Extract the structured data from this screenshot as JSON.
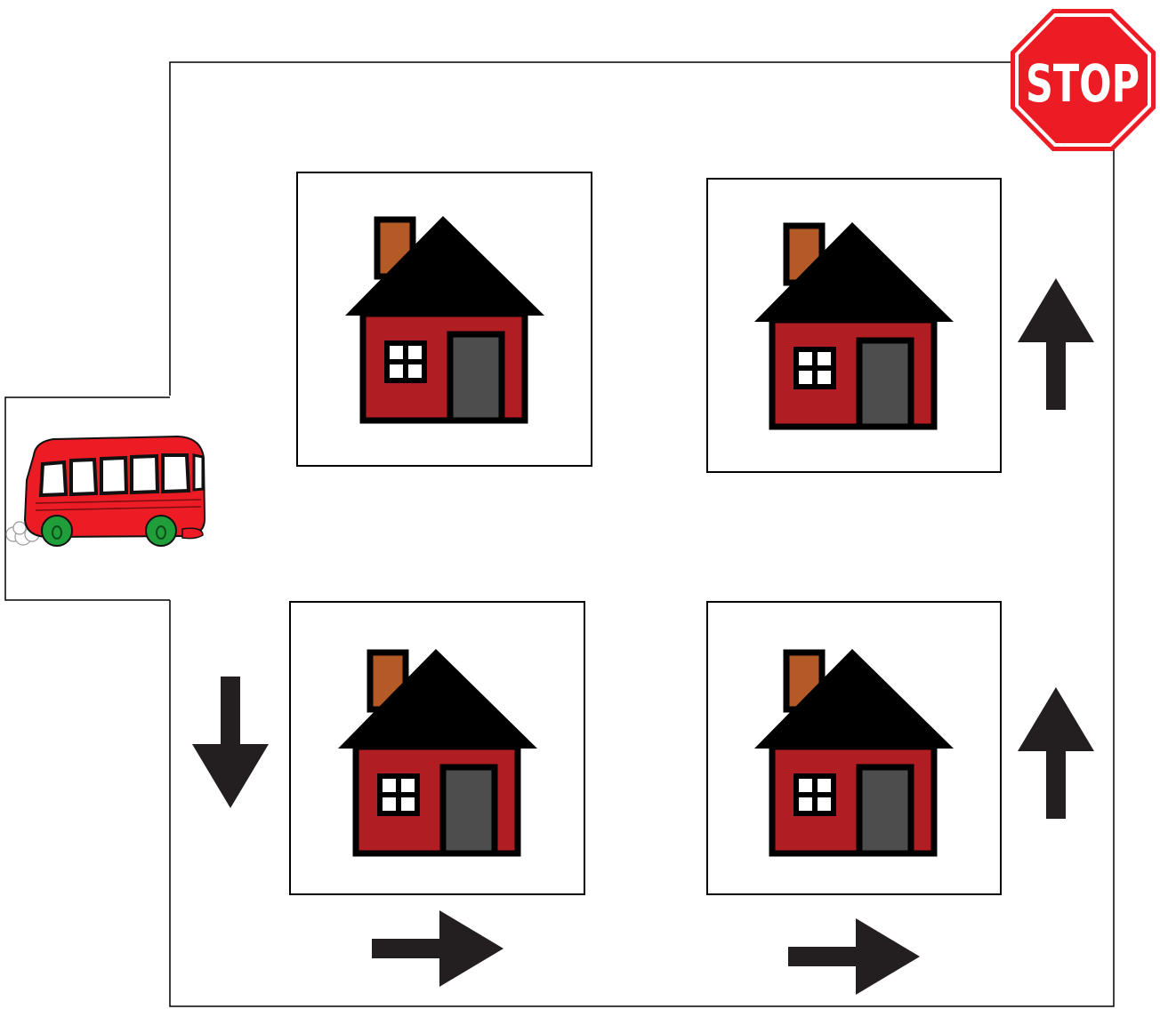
{
  "stop_sign": {
    "label": "STOP",
    "fill": "#ed1c24"
  },
  "colors": {
    "house_wall": "#b01e23",
    "roof": "#000000",
    "chimney": "#b35a27",
    "door": "#4d4d4d",
    "bus_body": "#ed1c24",
    "bus_wheel": "#1f9e3a",
    "arrow": "#231f20"
  },
  "houses": [
    {
      "name": "house-top-left"
    },
    {
      "name": "house-top-right"
    },
    {
      "name": "house-bottom-left"
    },
    {
      "name": "house-bottom-right"
    }
  ],
  "arrows": [
    {
      "name": "arrow-down",
      "direction": "down"
    },
    {
      "name": "arrow-right-1",
      "direction": "right"
    },
    {
      "name": "arrow-right-2",
      "direction": "right"
    },
    {
      "name": "arrow-up-1",
      "direction": "up"
    },
    {
      "name": "arrow-up-2",
      "direction": "up"
    }
  ],
  "icons": [
    "bus-icon",
    "stop-sign-icon",
    "house-icon",
    "arrow-icon"
  ]
}
